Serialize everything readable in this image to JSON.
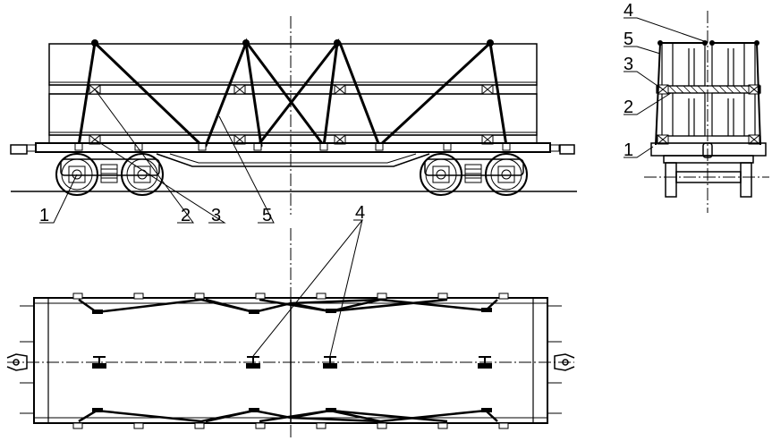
{
  "labels": {
    "side_1": "1",
    "side_2": "2",
    "side_3": "3",
    "side_5": "5",
    "top_4": "4",
    "end_4": "4",
    "end_5": "5",
    "end_3": "3",
    "end_2": "2",
    "end_1": "1"
  },
  "colors": {
    "line": "#000000",
    "background": "#ffffff"
  }
}
